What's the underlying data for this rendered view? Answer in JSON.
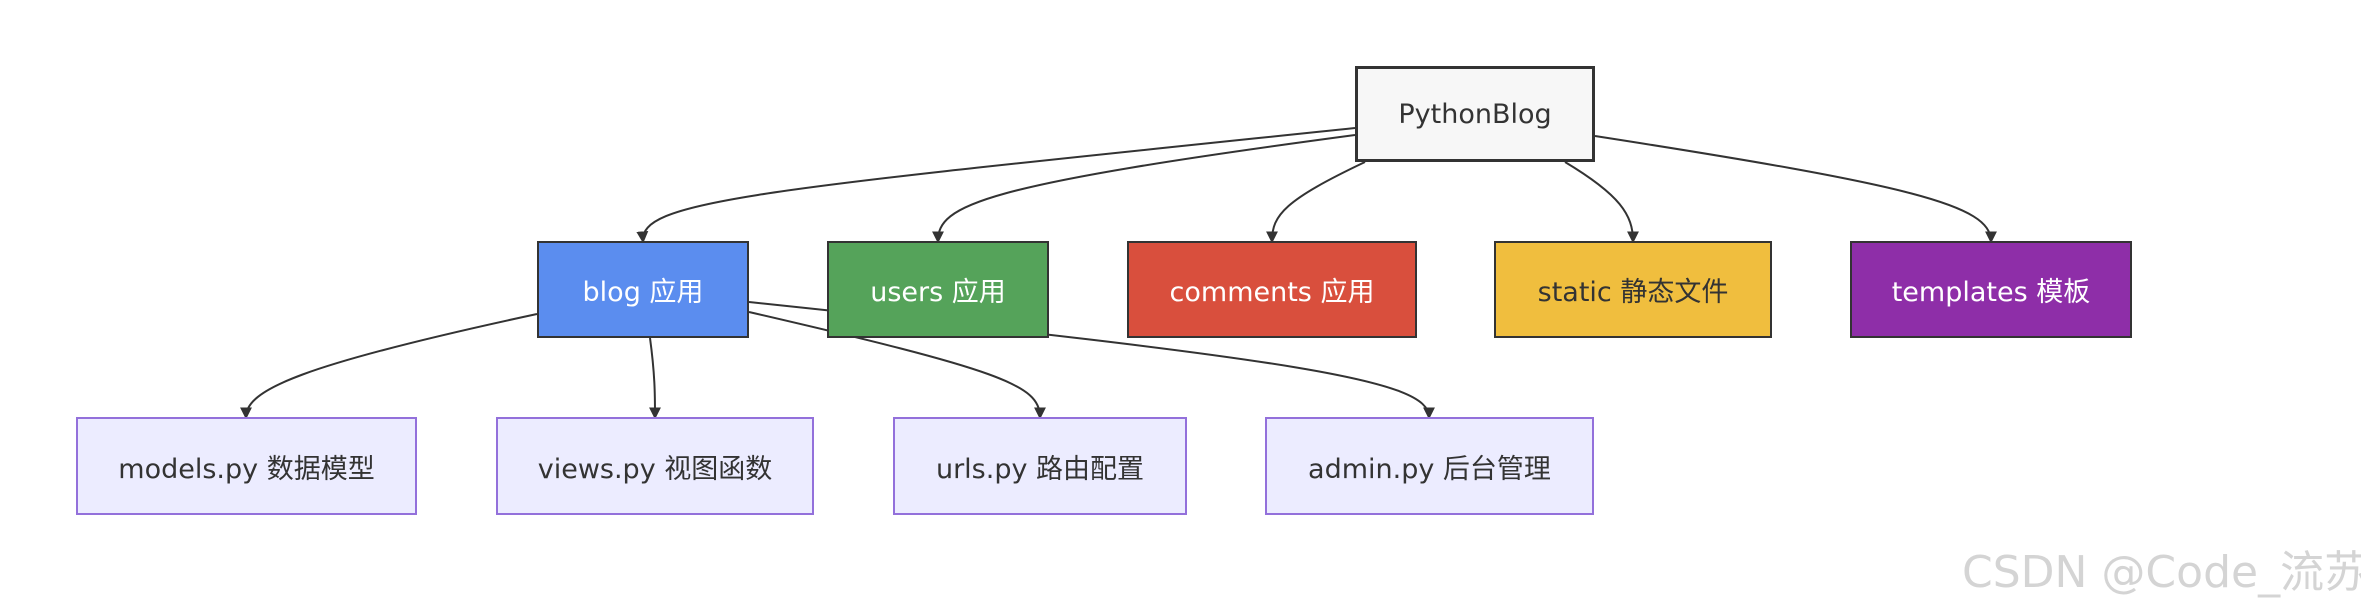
{
  "diagram": {
    "root": {
      "label": "PythonBlog"
    },
    "apps": [
      {
        "id": "blog",
        "label": "blog 应用",
        "color": "#5b8def"
      },
      {
        "id": "users",
        "label": "users 应用",
        "color": "#55a35a"
      },
      {
        "id": "comments",
        "label": "comments 应用",
        "color": "#d94f3d"
      },
      {
        "id": "static",
        "label": "static 静态文件",
        "color": "#f0be3e"
      },
      {
        "id": "templates",
        "label": "templates 模板",
        "color": "#8e2ea8"
      }
    ],
    "files": [
      {
        "id": "models",
        "label": "models.py 数据模型"
      },
      {
        "id": "views",
        "label": "views.py 视图函数"
      },
      {
        "id": "urls",
        "label": "urls.py 路由配置"
      },
      {
        "id": "admin",
        "label": "admin.py 后台管理"
      }
    ],
    "edges": [
      {
        "from": "root",
        "to": "blog"
      },
      {
        "from": "root",
        "to": "users"
      },
      {
        "from": "root",
        "to": "comments"
      },
      {
        "from": "root",
        "to": "static"
      },
      {
        "from": "root",
        "to": "templates"
      },
      {
        "from": "blog",
        "to": "models"
      },
      {
        "from": "blog",
        "to": "views"
      },
      {
        "from": "blog",
        "to": "urls"
      },
      {
        "from": "blog",
        "to": "admin"
      }
    ],
    "edge_color": "#333333",
    "leaf_fill": "#ececff",
    "leaf_border": "#9370db"
  },
  "watermark": "CSDN @Code_流苏"
}
